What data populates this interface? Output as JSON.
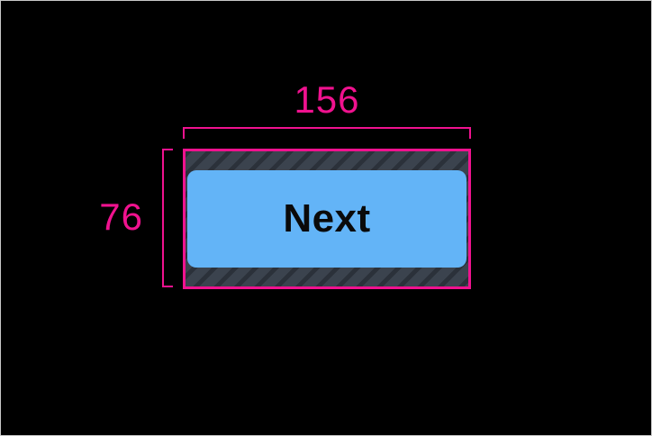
{
  "colors": {
    "background": "#000000",
    "frame_border": "#c9c9c9",
    "annotation_pink": "#F0128F",
    "button_fill": "#63B4F7",
    "button_text": "#0A0A0A",
    "hatch_base": "#3B434E",
    "hatch_stripe": "#2B313A"
  },
  "measurement": {
    "width_label": "156",
    "height_label": "76"
  },
  "button": {
    "label": "Next"
  }
}
